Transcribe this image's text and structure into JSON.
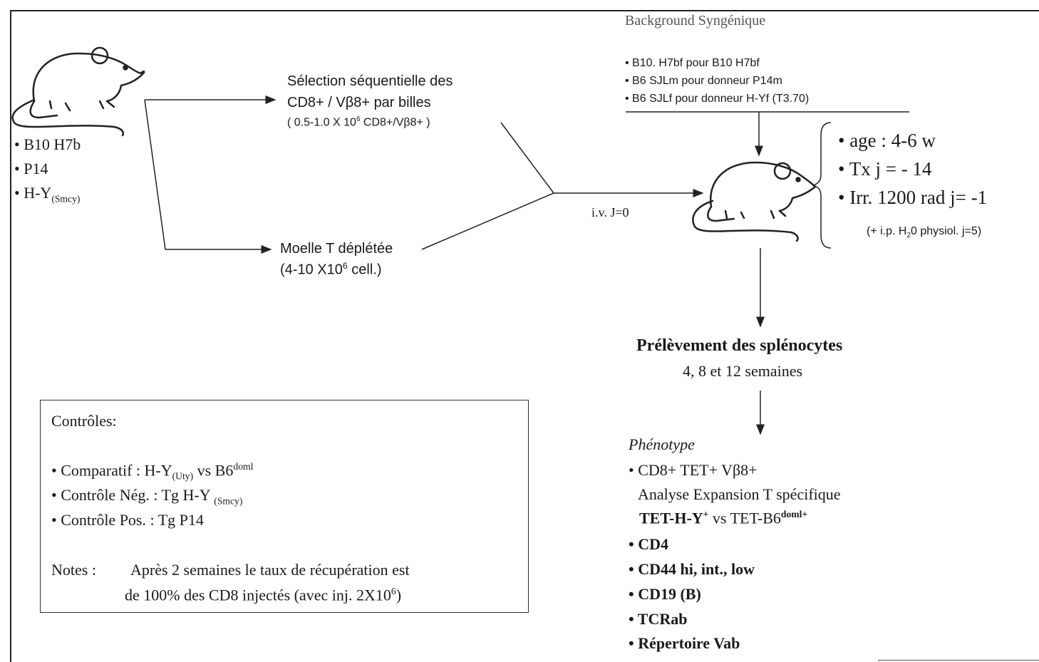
{
  "donor": {
    "strains": [
      {
        "bullet": "•",
        "label": "B10 H7b"
      },
      {
        "bullet": "•",
        "label": "P14"
      },
      {
        "bullet": "•",
        "label": "H-Y",
        "sub": "(Smcy)"
      }
    ]
  },
  "selection": {
    "line1": "Sélection séquentielle des",
    "line2": "CD8+ / Vβ8+ par billes",
    "line3_prefix": "( 0.5-1.0 X 10",
    "line3_sup": "6",
    "line3_suffix": " CD8+/Vβ8+ )"
  },
  "marrow": {
    "line1": "Moelle T déplétée",
    "line2_prefix": "(4-10 X10",
    "line2_sup": "6",
    "line2_suffix": " cell.)"
  },
  "injection": {
    "label": "i.v.  J=0"
  },
  "background": {
    "title": "Background Syngénique",
    "items": [
      "• B10. H7bf pour B10 H7bf",
      "• B6 SJLm  pour donneur P14m",
      "• B6 SJLf  pour donneur H-Yf (T3.70)"
    ]
  },
  "recipient": {
    "items": [
      {
        "bullet": "•",
        "label": "age : 4-6 w"
      },
      {
        "bullet": "•",
        "label": "Tx   j = - 14"
      },
      {
        "bullet": "•",
        "label": "Irr. 1200 rad  j= -1"
      }
    ],
    "note_prefix": "(+ i.p. H",
    "note_sub": "2",
    "note_suffix": "0 physiol. j=5)"
  },
  "harvest": {
    "title": "Prélèvement des splénocytes",
    "subtitle": "4, 8 et 12 semaines"
  },
  "phenotype": {
    "title": "Phénotype",
    "line1": "• CD8+   TET+   Vβ8+",
    "line2": "Analyse Expansion T spécifique",
    "line3_a": "TET-H-Y",
    "line3_a_sup": "+",
    "line3_b": "  vs  TET-B6",
    "line3_b_sup": "doml+",
    "items": [
      "• CD4",
      "• CD44 hi, int., low",
      "• CD19 (B)",
      "• TCRab",
      "• Répertoire Vab"
    ]
  },
  "controls": {
    "title": "Contrôles:",
    "comparatif_label": "• Comparatif     :  H-Y",
    "comparatif_sub": "(Uty)",
    "comparatif_mid": " vs B6",
    "comparatif_sup": "doml",
    "neg_label": "• Contrôle Nég. : Tg H-Y ",
    "neg_sub": "(Smcy)",
    "pos_label": "• Contrôle Pos. :  Tg P14",
    "notes_label": "Notes :",
    "notes_line1": "Après 2 semaines  le taux de récupération est",
    "notes_line2_prefix": "de 100%  des CD8 injectés (avec inj. 2X10",
    "notes_line2_sup": "6",
    "notes_line2_suffix": ")"
  }
}
